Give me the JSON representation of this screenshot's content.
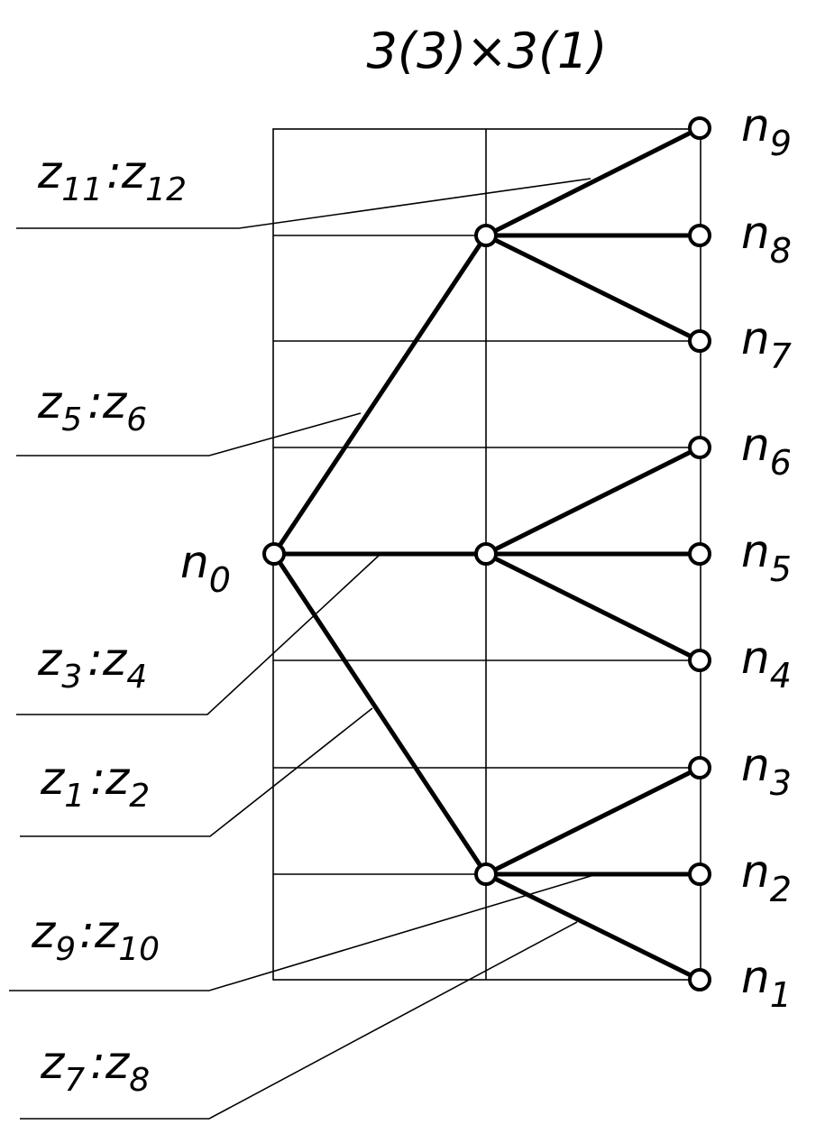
{
  "title": "3(3)×3(1)",
  "source_label": {
    "base": "n",
    "sub": "0"
  },
  "output_labels": [
    {
      "base": "n",
      "sub": "9"
    },
    {
      "base": "n",
      "sub": "8"
    },
    {
      "base": "n",
      "sub": "7"
    },
    {
      "base": "n",
      "sub": "6"
    },
    {
      "base": "n",
      "sub": "5"
    },
    {
      "base": "n",
      "sub": "4"
    },
    {
      "base": "n",
      "sub": "3"
    },
    {
      "base": "n",
      "sub": "2"
    },
    {
      "base": "n",
      "sub": "1"
    }
  ],
  "gear_pairs": [
    {
      "a": "z",
      "a_sub": "11",
      "sep": ":",
      "b": "z",
      "b_sub": "12"
    },
    {
      "a": "z",
      "a_sub": "5",
      "sep": ":",
      "b": "z",
      "b_sub": "6"
    },
    {
      "a": "z",
      "a_sub": "3",
      "sep": ":",
      "b": "z",
      "b_sub": "4"
    },
    {
      "a": "z",
      "a_sub": "1",
      "sep": ":",
      "b": "z",
      "b_sub": "2"
    },
    {
      "a": "z",
      "a_sub": "9",
      "sep": ":",
      "b": "z",
      "b_sub": "10"
    },
    {
      "a": "z",
      "a_sub": "7",
      "sep": ":",
      "b": "z",
      "b_sub": "8"
    }
  ]
}
